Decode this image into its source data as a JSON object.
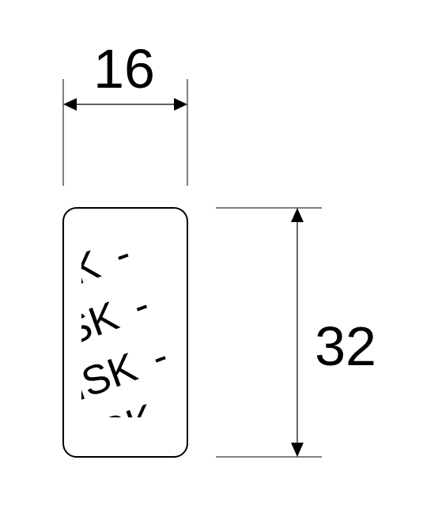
{
  "dimensions": {
    "width_label": "16",
    "height_label": "32"
  },
  "label_pattern": {
    "text": "TISK",
    "separator": " - "
  },
  "colors": {
    "stroke": "#000000",
    "background": "#ffffff"
  }
}
